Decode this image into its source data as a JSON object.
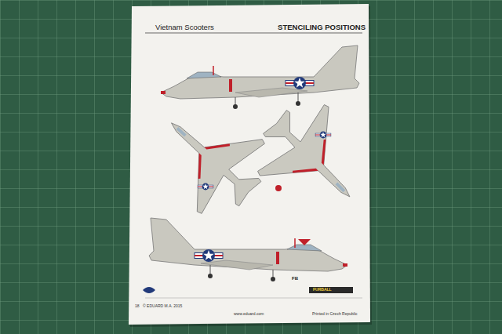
{
  "diagram": {
    "title": "STENCILING POSITIONS",
    "labels": [
      "Vietnam Scooters",
      "FB",
      "FURBALL",
      "18",
      "© EDUARD M.A. 2015",
      "www.eduard.com",
      "Printed in Czech Republic"
    ]
  }
}
